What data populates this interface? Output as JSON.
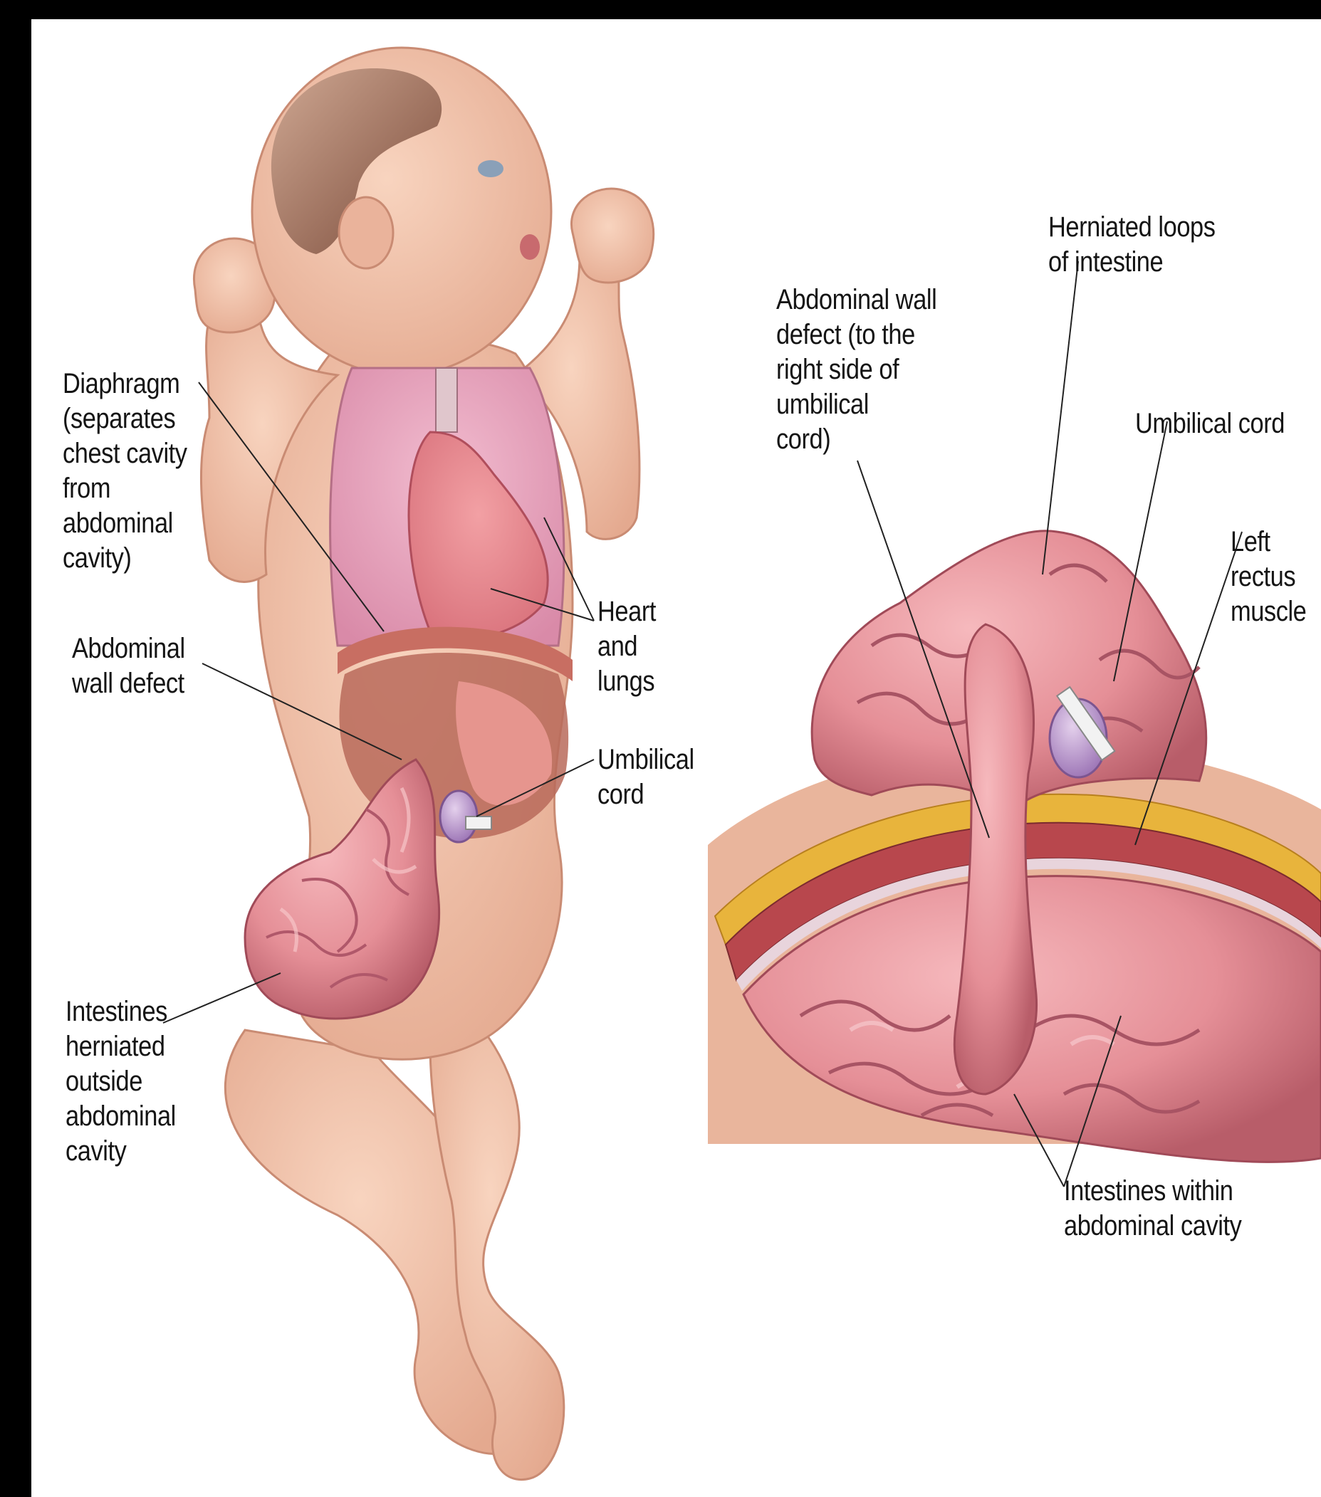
{
  "labels": {
    "diaphragm": "Diaphragm\n(separates\nchest cavity\nfrom\nabdominal\ncavity)",
    "abdominal_wall_defect_left": "Abdominal\nwall defect",
    "heart_lungs": "Heart\nand\nlungs",
    "umbilical_cord_left": "Umbilical\ncord",
    "intestines_herniated": "Intestines\nherniated\noutside\nabdominal\ncavity",
    "abdominal_wall_defect_right": "Abdominal wall\ndefect (to the\nright side of\numbilical\ncord)",
    "herniated_loops": "Herniated loops\nof intestine",
    "umbilical_cord_right": "Umbilical cord",
    "left_rectus_muscle": "Left\nrectus\nmuscle",
    "intestines_within": "Intestines within\nabdominal cavity"
  },
  "colors": {
    "border": "#000000",
    "skin": "#f2c2a8",
    "lung": "#e9a9bd",
    "intestine": "#e58f97",
    "fat": "#e8b43c",
    "muscle": "#b8474d",
    "cord": "#b898c8"
  }
}
